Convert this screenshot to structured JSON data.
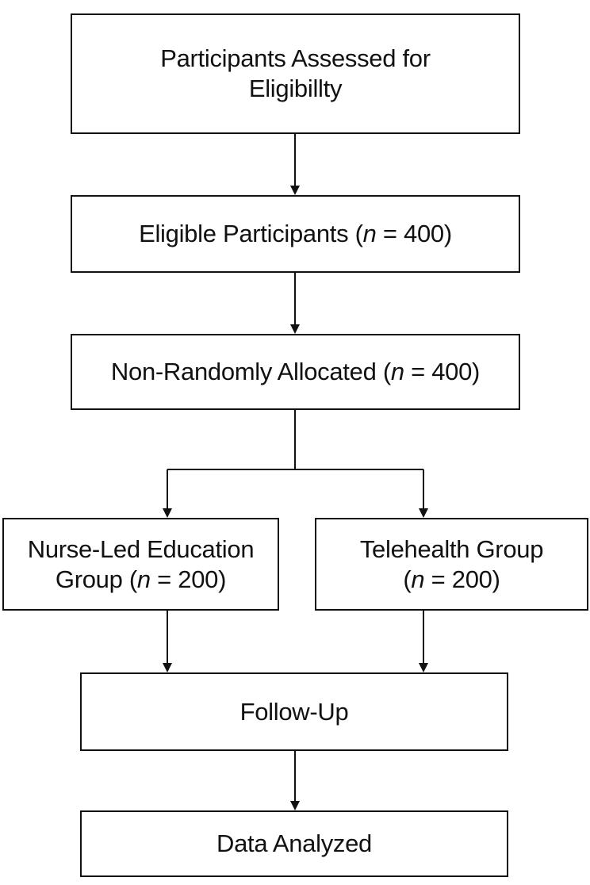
{
  "boxes": {
    "assessed": {
      "line1": "Participants Assessed for",
      "line2": "Eligibillty"
    },
    "eligible": {
      "prefix": "Eligible Participants (",
      "n": "n",
      "suffix": " = 400)"
    },
    "allocated": {
      "prefix": "Non-Randomly Allocated (",
      "n": "n",
      "suffix": " = 400)"
    },
    "nurse": {
      "line1": "Nurse-Led Education",
      "prefix": "Group (",
      "n": "n",
      "suffix": " = 200)"
    },
    "telehealth": {
      "line1": "Telehealth Group",
      "prefix": "(",
      "n": "n",
      "suffix": " = 200)"
    },
    "followup": {
      "label": "Follow-Up"
    },
    "analyzed": {
      "label": "Data Analyzed"
    }
  },
  "colors": {
    "stroke": "#111111",
    "background": "#ffffff"
  }
}
